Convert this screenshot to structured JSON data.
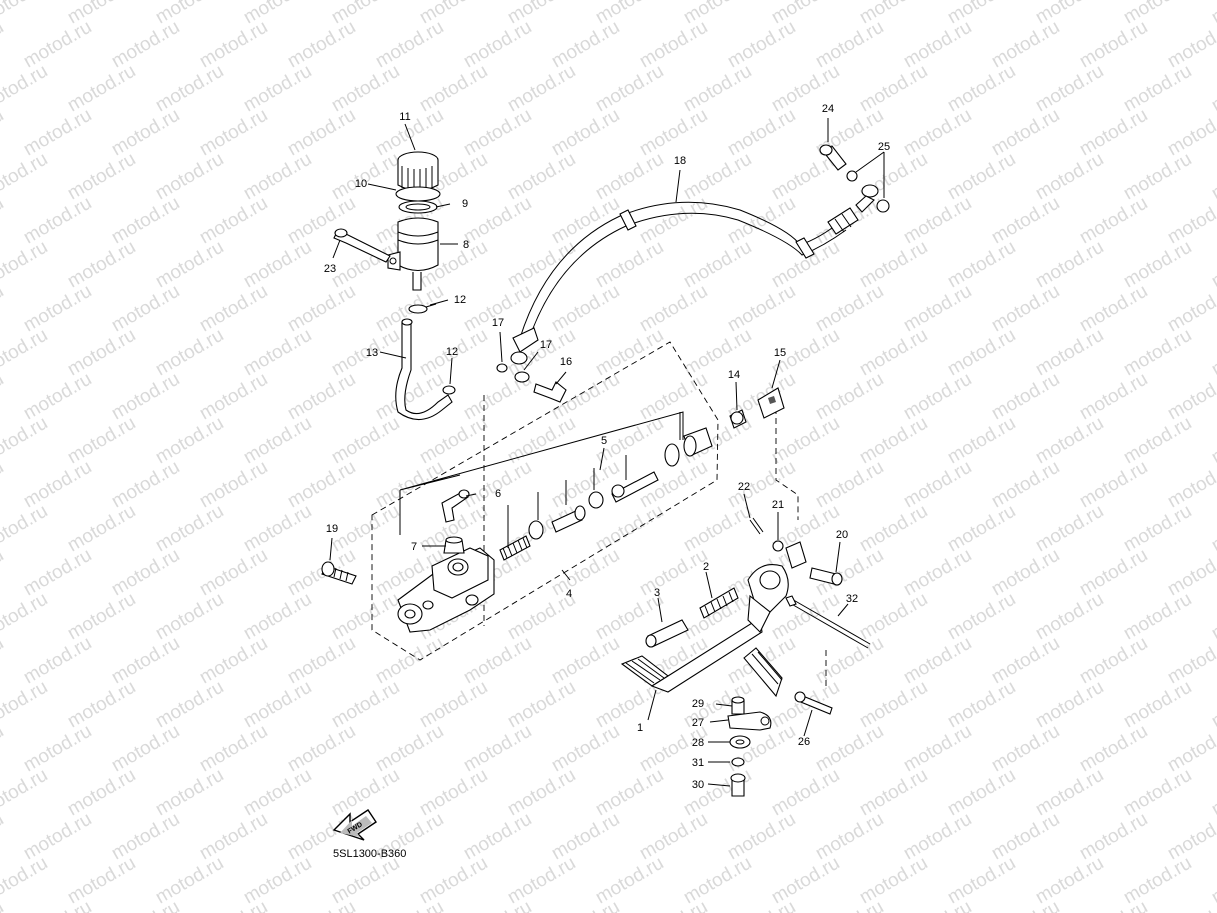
{
  "watermark": {
    "text": "motod.ru",
    "color": "#d9d9d9"
  },
  "diagram_code": "5SL1300-B360",
  "fwd_label": "FWD",
  "callouts": [
    {
      "id": "c1",
      "label": "1"
    },
    {
      "id": "c2",
      "label": "2"
    },
    {
      "id": "c3",
      "label": "3"
    },
    {
      "id": "c4",
      "label": "4"
    },
    {
      "id": "c5",
      "label": "5"
    },
    {
      "id": "c6",
      "label": "6"
    },
    {
      "id": "c7",
      "label": "7"
    },
    {
      "id": "c8",
      "label": "8"
    },
    {
      "id": "c9",
      "label": "9"
    },
    {
      "id": "c10",
      "label": "10"
    },
    {
      "id": "c11",
      "label": "11"
    },
    {
      "id": "c12a",
      "label": "12"
    },
    {
      "id": "c12b",
      "label": "12"
    },
    {
      "id": "c13",
      "label": "13"
    },
    {
      "id": "c14",
      "label": "14"
    },
    {
      "id": "c15",
      "label": "15"
    },
    {
      "id": "c16",
      "label": "16"
    },
    {
      "id": "c17a",
      "label": "17"
    },
    {
      "id": "c17b",
      "label": "17"
    },
    {
      "id": "c18",
      "label": "18"
    },
    {
      "id": "c19",
      "label": "19"
    },
    {
      "id": "c20",
      "label": "20"
    },
    {
      "id": "c21",
      "label": "21"
    },
    {
      "id": "c22",
      "label": "22"
    },
    {
      "id": "c23",
      "label": "23"
    },
    {
      "id": "c24",
      "label": "24"
    },
    {
      "id": "c25",
      "label": "25"
    },
    {
      "id": "c26",
      "label": "26"
    },
    {
      "id": "c27",
      "label": "27"
    },
    {
      "id": "c28",
      "label": "28"
    },
    {
      "id": "c29",
      "label": "29"
    },
    {
      "id": "c30",
      "label": "30"
    },
    {
      "id": "c31",
      "label": "31"
    },
    {
      "id": "c32",
      "label": "32"
    }
  ]
}
